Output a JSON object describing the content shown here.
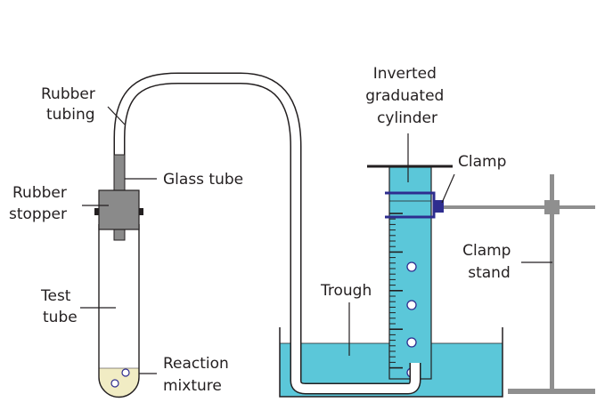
{
  "labels": {
    "rubber_tubing": [
      "Rubber",
      "tubing"
    ],
    "glass_tube": "Glass tube",
    "rubber_stopper": [
      "Rubber",
      "stopper"
    ],
    "test_tube": [
      "Test",
      "tube"
    ],
    "reaction_mixture": [
      "Reaction",
      "mixture"
    ],
    "inverted_cylinder": [
      "Inverted",
      "graduated",
      "cylinder"
    ],
    "clamp": "Clamp",
    "clamp_stand": [
      "Clamp",
      "stand"
    ],
    "trough": "Trough"
  },
  "colors": {
    "water": "#5bc7d9",
    "stopper": "#8a8a8a",
    "stand": "#8f8f8f",
    "clamp": "#2e2d8f",
    "outline": "#231f20",
    "mixture": "#f1ecc4"
  }
}
